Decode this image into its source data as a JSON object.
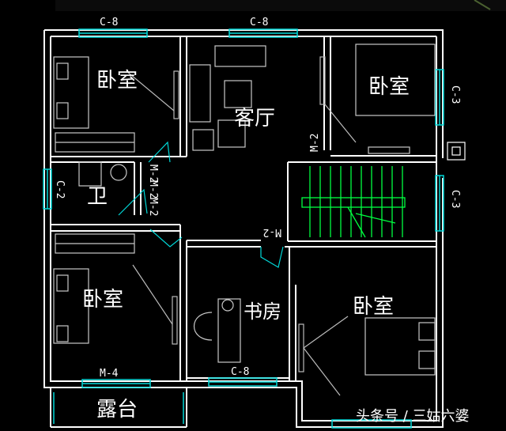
{
  "rooms": {
    "bedroom_nw": "卧室",
    "living_room": "客厅",
    "bedroom_ne": "卧室",
    "bathroom": "卫",
    "bedroom_sw": "卧室",
    "study": "书房",
    "bedroom_se": "卧室",
    "balcony": "露台"
  },
  "windows": {
    "top_left": "C-8",
    "top_middle": "C-8",
    "right_upper": "C-3",
    "right_lower": "C-3",
    "left_bath": "C-2",
    "bottom_study": "C-8",
    "bottom_left": "M-4"
  },
  "doors": {
    "living_right": "M-2",
    "bath_a": "M-2",
    "bath_b": "M-2",
    "bath_c": "M-2",
    "hall": "M-2"
  },
  "watermark": "头条号 / 三姑六婆",
  "colors": {
    "wall": "#ffffff",
    "window": "#00d8d8",
    "stair": "#00ff40",
    "furniture": "#c8c8c8",
    "background": "#000000"
  }
}
